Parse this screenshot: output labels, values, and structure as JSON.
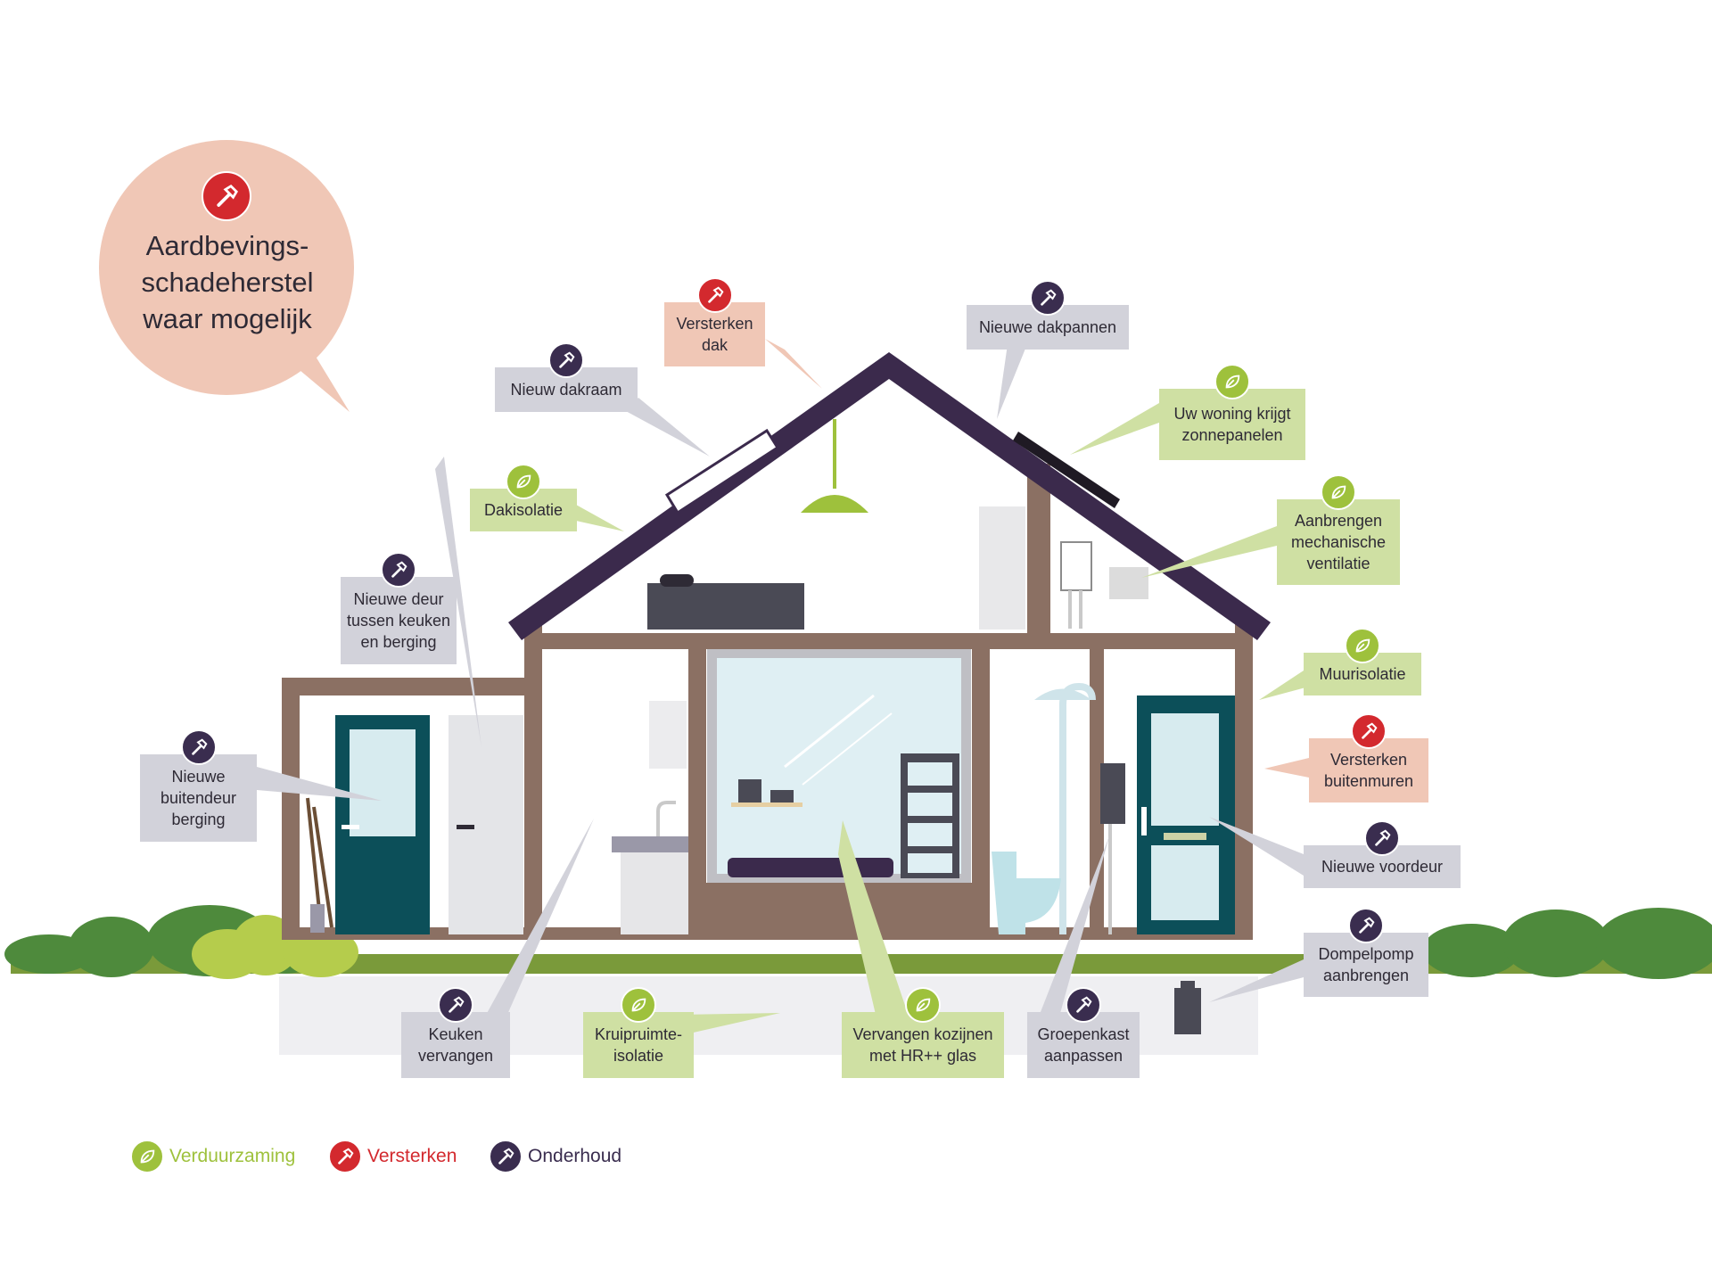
{
  "intro_bubble": {
    "text": "Aardbevings-\nschadeherstel\nwaar mogelijk",
    "icon": "hammer-icon",
    "category": "versterken"
  },
  "colors": {
    "verduurzaming": "#9ec13c",
    "versterken": "#d3292e",
    "onderhoud": "#3a2d4f",
    "roof": "#3b2a4c",
    "walls": "#8b7063",
    "grass": "#7a9a3a",
    "bushes": "#4e8a3c",
    "door": "#0c4f59"
  },
  "labels": [
    {
      "id": "versterken-dak",
      "text": "Versterken\ndak",
      "category": "versterken"
    },
    {
      "id": "nieuwe-dakpannen",
      "text": "Nieuwe dakpannen",
      "category": "onderhoud"
    },
    {
      "id": "nieuw-dakraam",
      "text": "Nieuw dakraam",
      "category": "onderhoud"
    },
    {
      "id": "zonnepanelen",
      "text": "Uw woning krijgt\nzonnepanelen",
      "category": "verduurzaming"
    },
    {
      "id": "dakisolatie",
      "text": "Dakisolatie",
      "category": "verduurzaming"
    },
    {
      "id": "mechanische-ventilatie",
      "text": "Aanbrengen\nmechanische\nventilatie",
      "category": "verduurzaming"
    },
    {
      "id": "nieuwe-deur-tussen",
      "text": "Nieuwe deur\ntussen keuken\nen berging",
      "category": "onderhoud"
    },
    {
      "id": "muurisolatie",
      "text": "Muurisolatie",
      "category": "verduurzaming"
    },
    {
      "id": "versterken-buitenmuren",
      "text": "Versterken\nbuitenmuren",
      "category": "versterken"
    },
    {
      "id": "nieuwe-buitendeur",
      "text": "Nieuwe\nbuitendeur\nberging",
      "category": "onderhoud"
    },
    {
      "id": "nieuwe-voordeur",
      "text": "Nieuwe voordeur",
      "category": "onderhoud"
    },
    {
      "id": "dompelpomp",
      "text": "Dompelpomp\naanbrengen",
      "category": "onderhoud"
    },
    {
      "id": "keuken-vervangen",
      "text": "Keuken\nvervangen",
      "category": "onderhoud"
    },
    {
      "id": "kruipruimte-isolatie",
      "text": "Kruipruimte-\nisolatie",
      "category": "verduurzaming"
    },
    {
      "id": "kozijnen-hr",
      "text": "Vervangen kozijnen\nmet HR++ glas",
      "category": "verduurzaming"
    },
    {
      "id": "groepenkast",
      "text": "Groepenkast\naanpassen",
      "category": "onderhoud"
    }
  ],
  "legend": [
    {
      "text": "Verduurzaming",
      "category": "verduurzaming",
      "icon": "leaf-icon"
    },
    {
      "text": "Versterken",
      "category": "versterken",
      "icon": "hammer-icon"
    },
    {
      "text": "Onderhoud",
      "category": "onderhoud",
      "icon": "hammer-icon"
    }
  ]
}
